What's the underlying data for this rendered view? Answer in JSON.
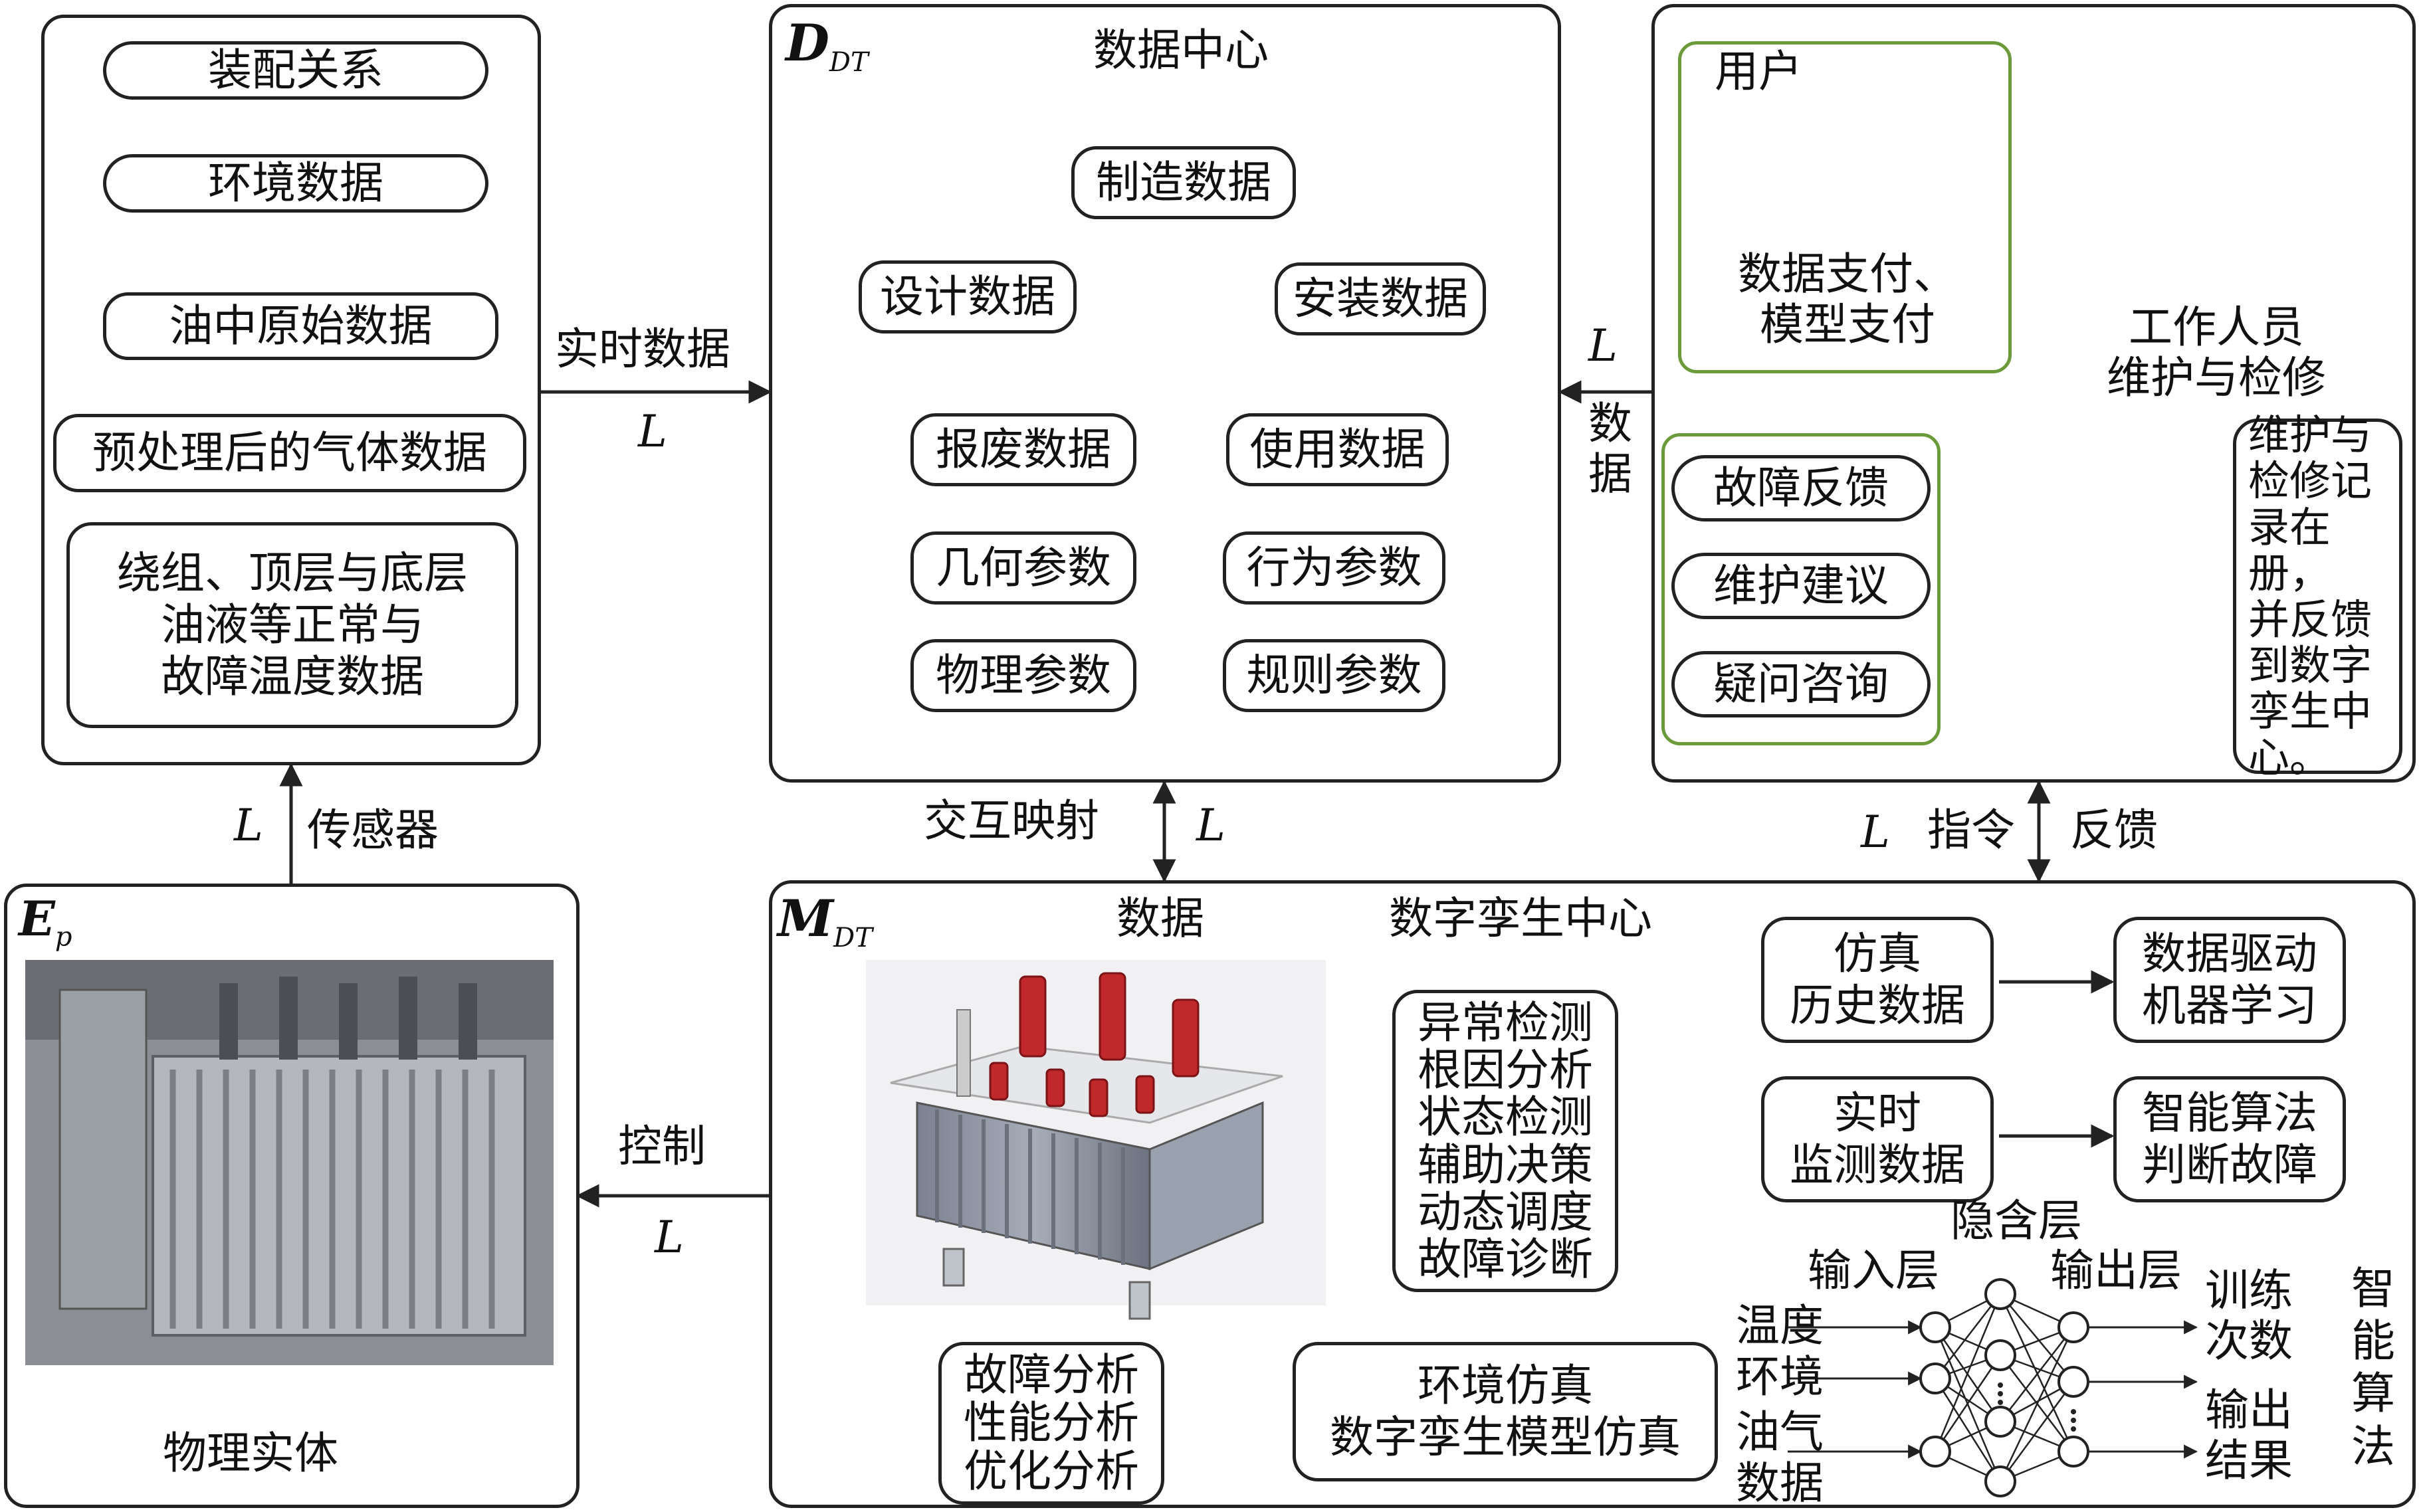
{
  "colors": {
    "line": "#222222",
    "green": "#6a9a3a",
    "red": "#c0282c",
    "tank": "#8c93a3"
  },
  "left_panel": {
    "items": [
      "装配关系",
      "环境数据",
      "油中原始数据",
      "预处理后的气体数据"
    ],
    "multi": "绕组、顶层与底层\n油液等正常与\n故障温度数据"
  },
  "arrows": {
    "realtime": "实时数据",
    "L": "L",
    "sensor": "传感器",
    "mapping": "交互映射",
    "control": "控制",
    "instruction": "指令",
    "feedback": "反馈",
    "data_vertical": "数\n据"
  },
  "data_center": {
    "symbol": "D",
    "sub": "DT",
    "title": "数据中心",
    "cycle": [
      "制造数据",
      "安装数据",
      "使用数据",
      "报废数据",
      "设计数据"
    ],
    "params": [
      "几何参数",
      "行为参数",
      "物理参数",
      "规则参数"
    ]
  },
  "user_panel": {
    "user_label": "用户",
    "payment": "数据支付、\n模型支付",
    "workers": "工作人员\n维护与检修",
    "feedback_items": [
      "故障反馈",
      "维护建议",
      "疑问咨询"
    ],
    "record": "维护与\n检修记\n录在册，\n并反馈\n到数字\n孪生中\n心。"
  },
  "physical": {
    "symbol": "E",
    "sub": "p",
    "label": "物理实体"
  },
  "twin_center": {
    "symbol": "M",
    "sub": "DT",
    "data_label": "数据",
    "title": "数字孪生中心",
    "functions": "异常检测\n根因分析\n状态检测\n辅助决策\n动态调度\n故障诊断",
    "analysis": "故障分析\n性能分析\n优化分析",
    "simulation": "环境仿真\n数字孪生模型仿真",
    "sim_history": "仿真\n历史数据",
    "ml": "数据驱动\n机器学习",
    "realtime_monitor": "实时\n监测数据",
    "smart_algo": "智能算法\n判断故障",
    "nn": {
      "hidden": "隐含层",
      "input": "输入层",
      "output": "输出层",
      "inputs": [
        "温度",
        "环境",
        "油气",
        "数据"
      ],
      "outputs": [
        "训练\n次数",
        "输出\n结果"
      ],
      "side": "智\n能\n算\n法"
    }
  }
}
